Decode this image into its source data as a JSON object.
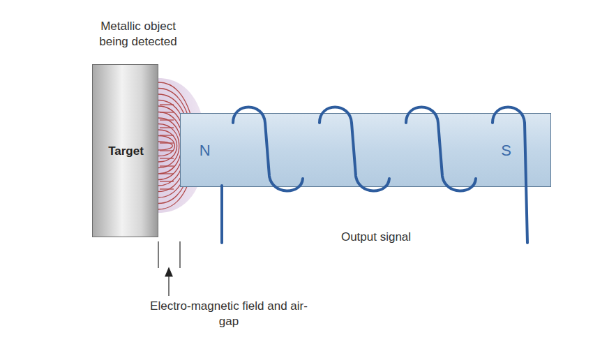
{
  "diagram": {
    "nodes": [
      {
        "text": [
          "Target"
        ]
      },
      {
        "text": [
          "N",
          "S"
        ]
      }
    ],
    "labels": [
      "Metallic object being detected",
      "Output signal",
      "Electro-magnetic field and air-gap"
    ]
  }
}
